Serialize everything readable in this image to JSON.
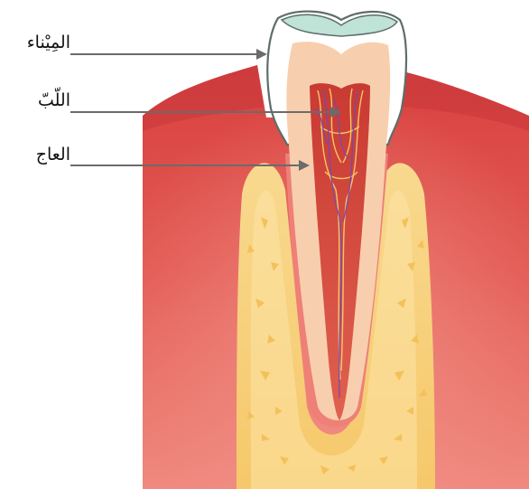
{
  "labels": {
    "enamel": "المِيْناء",
    "pulp": "اللّبّ",
    "dentin": "العاج"
  },
  "colors": {
    "gum": "#e0504d",
    "gum_dark": "#c7373a",
    "gum_light": "#ee7b73",
    "bone": "#f6cf77",
    "bone_light": "#fde4a6",
    "bone_fleck": "#f3c15a",
    "dentin": "#f8cfae",
    "enamel": "#ffffff",
    "enamel_top": "#bfe3d6",
    "outline": "#5d6e6a",
    "pulp": "#d64a3e",
    "nerve": "#f4c56a",
    "vein": "#7a4aa8",
    "leader": "#6b6b6b"
  }
}
